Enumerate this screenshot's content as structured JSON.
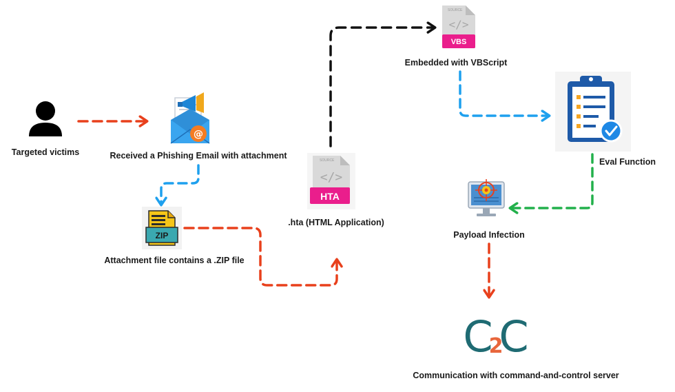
{
  "nodes": {
    "victims": {
      "label": "Targeted victims",
      "icon": "person-icon"
    },
    "email": {
      "label": "Received a Phishing Email with attachment",
      "icon": "email-megaphone-icon"
    },
    "zip": {
      "label": "Attachment file contains a .ZIP file",
      "icon": "zip-file-icon",
      "badge": "ZIP"
    },
    "hta": {
      "label": ".hta (HTML Application)",
      "icon": "hta-file-icon",
      "badge": "HTA",
      "code_glyph": "</>",
      "header_text": "SOURCE"
    },
    "vbs": {
      "label": "Embedded with VBScript",
      "icon": "vbs-file-icon",
      "badge": "VBS",
      "code_glyph": "</>",
      "header_text": "SOURCE"
    },
    "eval": {
      "label": "Eval Function",
      "icon": "clipboard-check-icon"
    },
    "payload": {
      "label": "Payload Infection",
      "icon": "infected-monitor-icon"
    },
    "c2": {
      "label": "Communication with command-and-control server",
      "icon": "c2-logo-icon",
      "logo_text_left": "C",
      "logo_text_mid": "2",
      "logo_text_right": "C"
    }
  },
  "colors": {
    "red": "#e8401c",
    "blue": "#1ea0ee",
    "black": "#111111",
    "green": "#22b04b",
    "magenta": "#ea1e8c",
    "doc_gray": "#d9d9d9",
    "zip_yellow": "#f5c518",
    "zip_teal": "#3aa8b0",
    "clip_blue": "#1e5aa8",
    "c2_teal": "#1f6b73",
    "c2_orange": "#e8663c"
  }
}
